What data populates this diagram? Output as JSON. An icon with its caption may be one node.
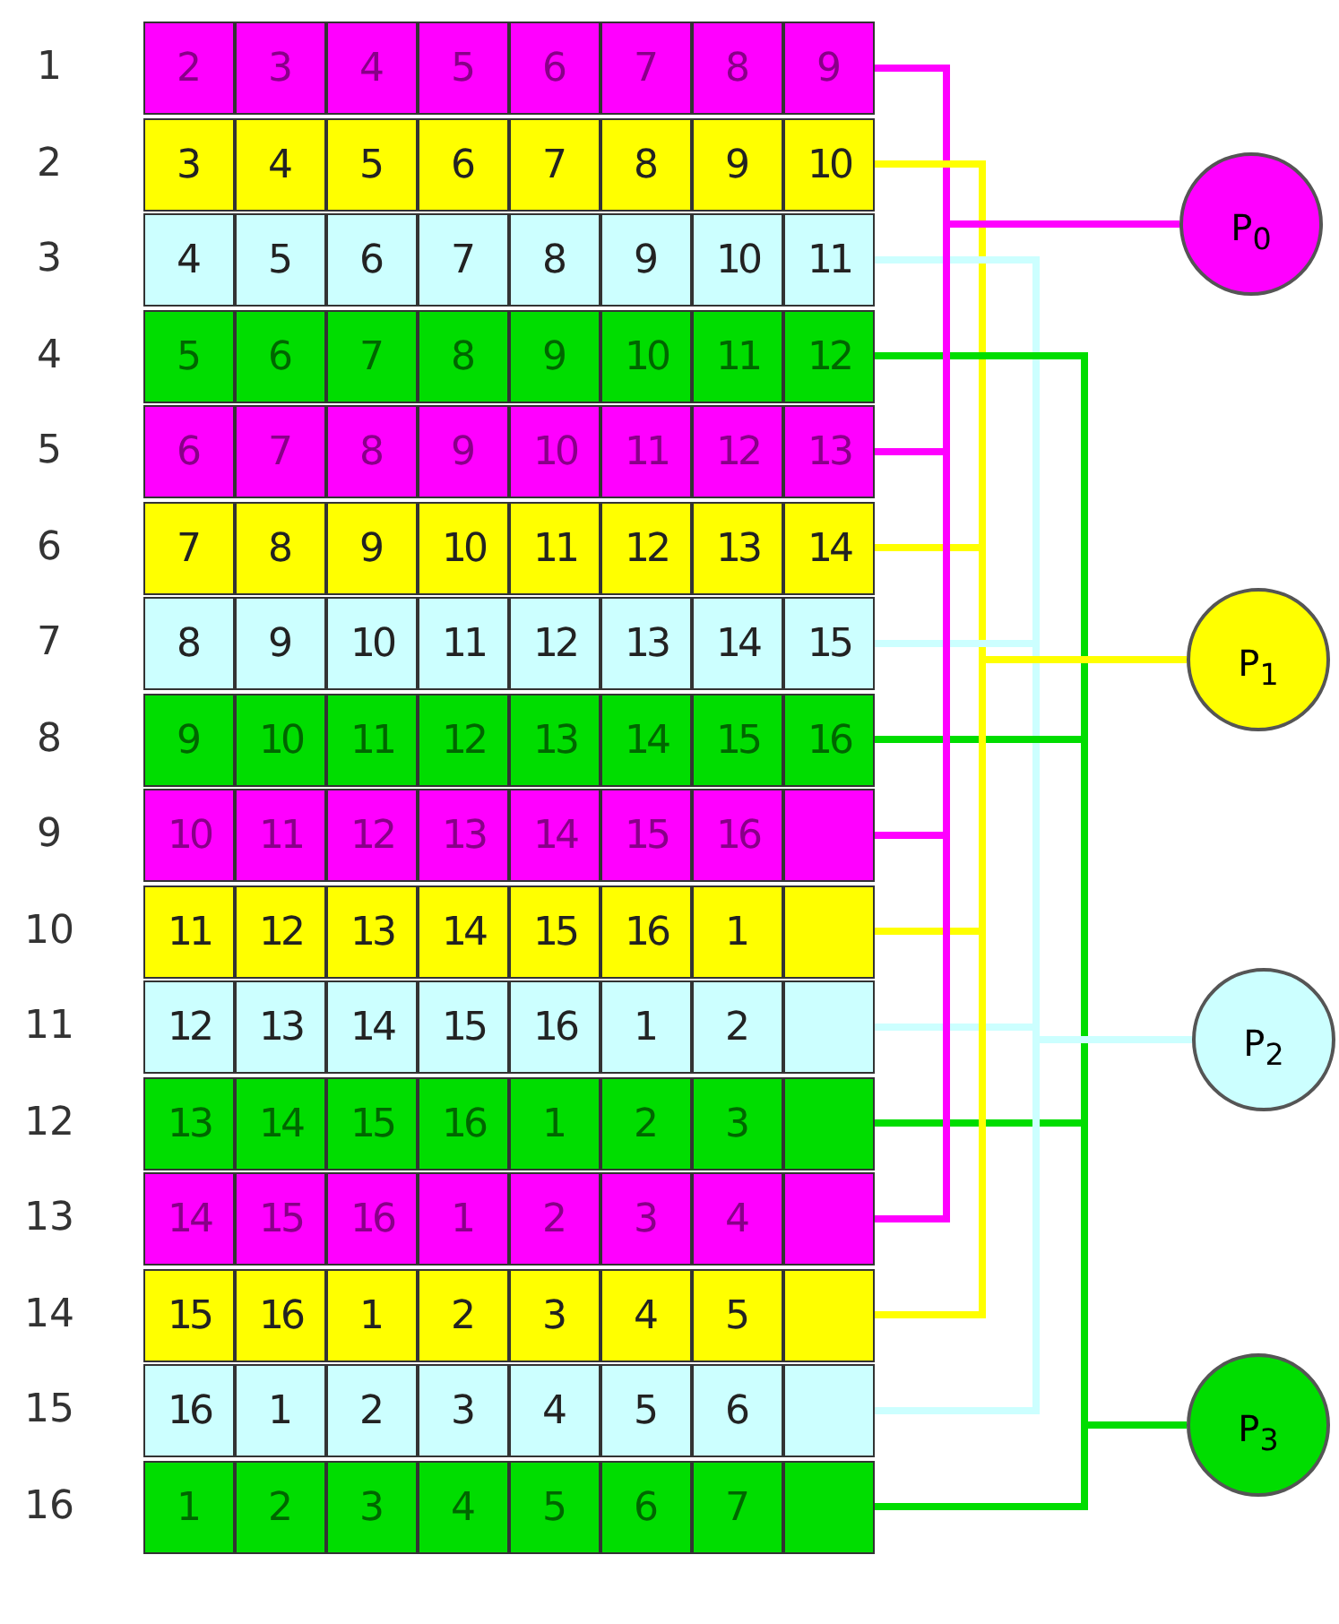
{
  "diagram": {
    "nodes": [
      {
        "text": [
          "2",
          "3",
          "4",
          "5",
          "6",
          "7",
          "8",
          "9"
        ],
        "beside": [
          "1"
        ]
      },
      {
        "text": [
          "3",
          "4",
          "5",
          "6",
          "7",
          "8",
          "9",
          "10"
        ],
        "beside": [
          "2"
        ]
      },
      {
        "text": [
          "4",
          "5",
          "6",
          "7",
          "8",
          "9",
          "10",
          "11"
        ],
        "beside": [
          "3"
        ]
      },
      {
        "text": [
          "5",
          "6",
          "7",
          "8",
          "9",
          "10",
          "11",
          "12"
        ],
        "beside": [
          "4"
        ]
      },
      {
        "text": [
          "6",
          "7",
          "8",
          "9",
          "10",
          "11",
          "12",
          "13"
        ],
        "beside": [
          "5"
        ]
      },
      {
        "text": [
          "7",
          "8",
          "9",
          "10",
          "11",
          "12",
          "13",
          "14"
        ],
        "beside": [
          "6"
        ]
      },
      {
        "text": [
          "8",
          "9",
          "10",
          "11",
          "12",
          "13",
          "14",
          "15"
        ],
        "beside": [
          "7"
        ]
      },
      {
        "text": [
          "9",
          "10",
          "11",
          "12",
          "13",
          "14",
          "15",
          "16"
        ],
        "beside": [
          "8"
        ]
      },
      {
        "text": [
          "10",
          "11",
          "12",
          "13",
          "14",
          "15",
          "16"
        ],
        "beside": [
          "9"
        ]
      },
      {
        "text": [
          "11",
          "12",
          "13",
          "14",
          "15",
          "16",
          "1"
        ],
        "beside": [
          "10"
        ]
      },
      {
        "text": [
          "12",
          "13",
          "14",
          "15",
          "16",
          "1",
          "2"
        ],
        "beside": [
          "11"
        ]
      },
      {
        "text": [
          "13",
          "14",
          "15",
          "16",
          "1",
          "2",
          "3"
        ],
        "beside": [
          "12"
        ]
      },
      {
        "text": [
          "14",
          "15",
          "16",
          "1",
          "2",
          "3",
          "4"
        ],
        "beside": [
          "13"
        ]
      },
      {
        "text": [
          "15",
          "16",
          "1",
          "2",
          "3",
          "4",
          "5"
        ],
        "beside": [
          "14"
        ]
      },
      {
        "text": [
          "16",
          "1",
          "2",
          "3",
          "4",
          "5",
          "6"
        ],
        "beside": [
          "15"
        ]
      },
      {
        "text": [
          "1",
          "2",
          "3",
          "4",
          "5",
          "6",
          "7"
        ],
        "beside": [
          "16"
        ]
      },
      {
        "text": [
          "P$_{0}$"
        ]
      },
      {
        "text": [
          "P$_{1}$"
        ]
      },
      {
        "text": [
          "P$_{2}$"
        ]
      },
      {
        "text": [
          "P$_{3}$"
        ]
      }
    ],
    "edges": [
      {
        "from": 0,
        "to": 16,
        "arrow": "none",
        "color": "#ff00ff"
      },
      {
        "from": 1,
        "to": 17,
        "arrow": "none",
        "color": "#ffff00"
      },
      {
        "from": 2,
        "to": 18,
        "arrow": "none",
        "color": "#ccffff"
      },
      {
        "from": 3,
        "to": 19,
        "arrow": "none",
        "color": "#00dd00"
      },
      {
        "from": 4,
        "to": 16,
        "arrow": "none",
        "color": "#ff00ff"
      },
      {
        "from": 5,
        "to": 17,
        "arrow": "none",
        "color": "#ffff00"
      },
      {
        "from": 6,
        "to": 18,
        "arrow": "none",
        "color": "#ccffff"
      },
      {
        "from": 7,
        "to": 19,
        "arrow": "none",
        "color": "#00dd00"
      },
      {
        "from": 8,
        "to": 16,
        "arrow": "none",
        "color": "#ff00ff"
      },
      {
        "from": 9,
        "to": 17,
        "arrow": "none",
        "color": "#ffff00"
      },
      {
        "from": 10,
        "to": 18,
        "arrow": "none",
        "color": "#ccffff"
      },
      {
        "from": 11,
        "to": 19,
        "arrow": "none",
        "color": "#00dd00"
      },
      {
        "from": 12,
        "to": 16,
        "arrow": "none",
        "color": "#ff00ff"
      },
      {
        "from": 13,
        "to": 17,
        "arrow": "none",
        "color": "#ffff00"
      },
      {
        "from": 14,
        "to": 18,
        "arrow": "none",
        "color": "#ccffff"
      },
      {
        "from": 15,
        "to": 19,
        "arrow": "none",
        "color": "#00dd00"
      }
    ]
  }
}
